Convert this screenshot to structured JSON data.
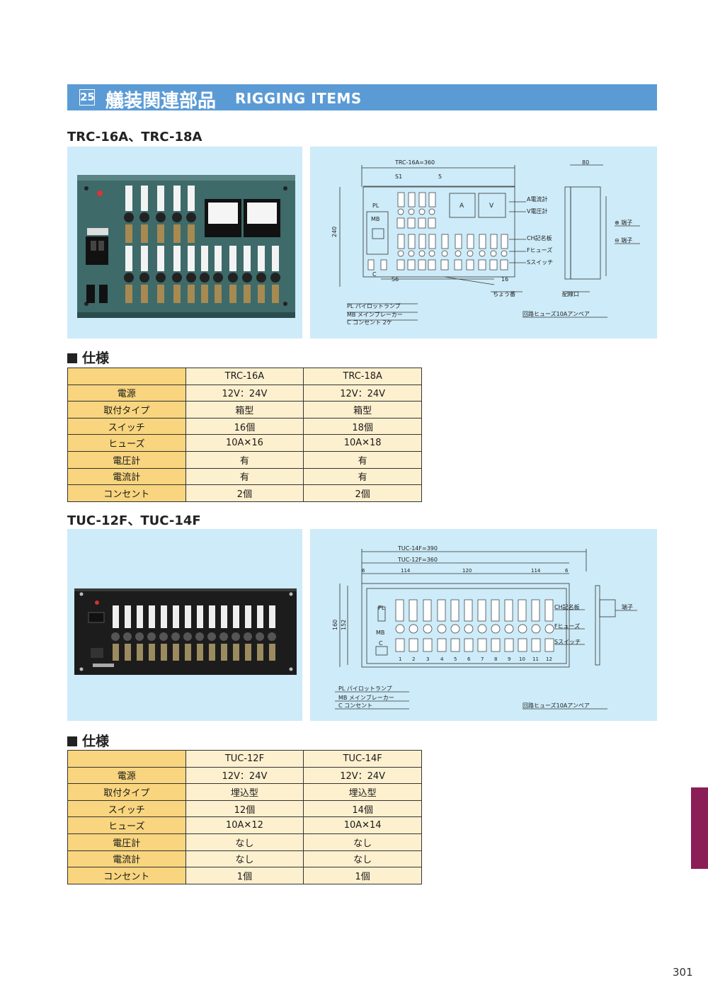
{
  "header": {
    "num": "25",
    "title_jp": "艤装関連部品",
    "title_en": "RIGGING ITEMS"
  },
  "section1": {
    "title": "TRC-16A、TRC-18A",
    "spec_heading": "仕様",
    "columns": [
      "TRC-16A",
      "TRC-18A"
    ],
    "rows": [
      {
        "label": "電源",
        "values": [
          "12V：24V",
          "12V：24V"
        ]
      },
      {
        "label": "取付タイプ",
        "values": [
          "箱型",
          "箱型"
        ]
      },
      {
        "label": "スイッチ",
        "values": [
          "16個",
          "18個"
        ]
      },
      {
        "label": "ヒューズ",
        "values": [
          "10A✕16",
          "10A✕18"
        ]
      },
      {
        "label": "電圧計",
        "values": [
          "有",
          "有"
        ]
      },
      {
        "label": "電流計",
        "values": [
          "有",
          "有"
        ]
      },
      {
        "label": "コンセント",
        "values": [
          "2個",
          "2個"
        ]
      }
    ],
    "diagram": {
      "width_label": "TRC-16A=360",
      "depth_label": "80",
      "height_label": "240",
      "s1": "S1",
      "s5": "5",
      "s6": "S6",
      "s16": "16",
      "pl": "PL",
      "mb": "MB",
      "c": "C",
      "a_meter": "A",
      "v_meter": "V",
      "callouts": [
        "A電流計",
        "V電圧計",
        "CH記名板",
        "Fヒューズ",
        "Sスイッチ"
      ],
      "terminal_plus": "⊕ 端子",
      "terminal_minus": "⊖ 端子",
      "hinge": "ちょう番",
      "wiring_port": "配線口",
      "legend": [
        "PL パイロットランプ",
        "MB メインブレーカー",
        "C コンセント 2ケ"
      ],
      "note": "回路ヒューズ10Aアンペア"
    }
  },
  "section2": {
    "title": "TUC-12F、TUC-14F",
    "spec_heading": "仕様",
    "columns": [
      "TUC-12F",
      "TUC-14F"
    ],
    "rows": [
      {
        "label": "電源",
        "values": [
          "12V：24V",
          "12V：24V"
        ]
      },
      {
        "label": "取付タイプ",
        "values": [
          "埋込型",
          "埋込型"
        ]
      },
      {
        "label": "スイッチ",
        "values": [
          "12個",
          "14個"
        ]
      },
      {
        "label": "ヒューズ",
        "values": [
          "10A✕12",
          "10A✕14"
        ]
      },
      {
        "label": "電圧計",
        "values": [
          "なし",
          "なし"
        ]
      },
      {
        "label": "電流計",
        "values": [
          "なし",
          "なし"
        ]
      },
      {
        "label": "コンセント",
        "values": [
          "1個",
          "1個"
        ]
      }
    ],
    "diagram": {
      "width14": "TUC-14F=390",
      "width12": "TUC-12F=360",
      "dims": [
        "6",
        "114",
        "120",
        "114",
        "6"
      ],
      "height_outer": "160",
      "height_inner": "152",
      "pl": "PL",
      "mb": "MB",
      "c": "C",
      "numbers": [
        "1",
        "2",
        "3",
        "4",
        "5",
        "6",
        "7",
        "8",
        "9",
        "10",
        "11",
        "12"
      ],
      "callouts": [
        "CH記名板",
        "Fヒューズ",
        "Sスイッチ"
      ],
      "terminal": "端子",
      "legend": [
        "PL パイロットランプ",
        "MB メインブレーカー",
        "C コンセント"
      ],
      "note": "回路ヒューズ10Aアンペア"
    }
  },
  "page_number": "301",
  "colors": {
    "banner": "#5b9bd5",
    "panel": "#cdebf8",
    "label_cell": "#f8d57e",
    "value_cell": "#fdf0cf",
    "side_tab": "#8b1e56"
  }
}
